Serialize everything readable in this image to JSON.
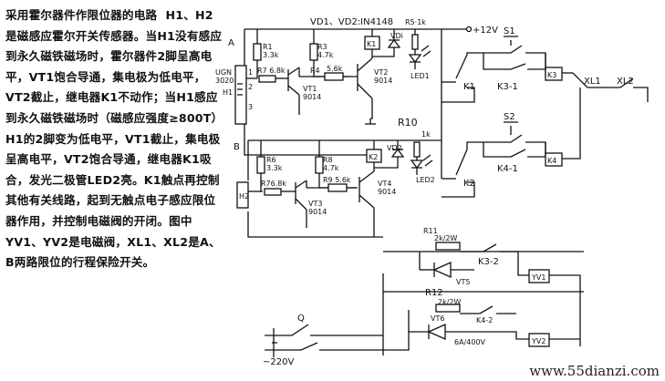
{
  "description": {
    "title": "采用霍尔器件作限位器的电路",
    "text": "H1、H2是磁感应霍尔开关传感器。当H1没有感应到永久磁铁磁场时，霍尔器件2脚呈高电平，VT1饱合导通，集电极为低电平，VT2截止，继电器K1不动作；当H1感应到永久磁铁磁场时（磁感应强度≥800T）H1的2脚变为低电平，VT1截止，集电极呈高电平，VT2饱合导通，继电器K1吸合，发光二极管LED2亮。K1触点再控制其他有关线路，起到无触点电子感应限位器作用，并控制电磁阀的开闭。图中YV1、YV2是电磁阀，XL1、XL2是A、B两路限位的行程保险开关。"
  },
  "labels": {
    "vd": "VD1、VD2:IN4148",
    "r5": "R5·1k",
    "plus12": "+12V",
    "k1box": "K1",
    "vdi": "VDi",
    "a": "A",
    "ugn": "UGN",
    "ugn_num": "3020",
    "h1": "H1",
    "pin1": "1",
    "pin2": "2",
    "pin3": "3",
    "r1": "R1",
    "r1v": "3.3k",
    "r3": "R3",
    "r3v": "4.7k",
    "r7": "R7 6.8k",
    "r4": "R4",
    "r4v": "5.6k",
    "vt1": "VT1",
    "vt1n": "9014",
    "vt2": "VT2",
    "vt2n": "9014",
    "led1": "LED1",
    "k1": "K1",
    "s1": "S1",
    "k3_1": "K3-1",
    "k3": "K3",
    "xl1": "XL1",
    "xl2": "XL2",
    "r10": "R10",
    "r10v": "1k",
    "b": "B",
    "r6": "R6",
    "r6v": "3.3k",
    "r8": "R8",
    "r8v": "4.7k",
    "k2box": "K2",
    "vd2": "VD2",
    "led2": "LED2",
    "h2": "H2",
    "r76": "R76.8k",
    "r9": "R9 5.6k",
    "vt3": "VT3",
    "vt3n": "9014",
    "vt4": "VT4",
    "vt4n": "9014",
    "k2": "K2",
    "s2": "S2",
    "k4_1": "K4-1",
    "k4": "K4",
    "r11": "R11",
    "r11v": "2k/2W",
    "k3_2": "K3-2",
    "vt5": "VT5",
    "yv1": "YV1",
    "r12": "R12",
    "r12v": "2k/2W",
    "vt6": "VT6",
    "k4_2": "K4-2",
    "vt6v": "6A/400V",
    "yv2": "YV2",
    "q": "Q",
    "ac220": "~220V"
  },
  "watermark": "www.55dianzi.com"
}
